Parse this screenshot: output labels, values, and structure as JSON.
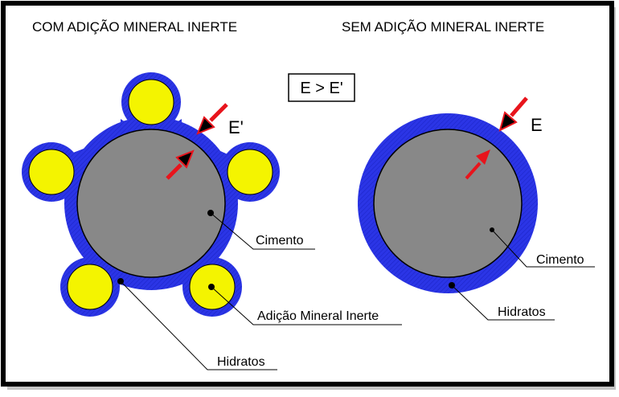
{
  "left_panel": {
    "title": "COM ADIÇÃO MINERAL INERTE",
    "thickness_label": "E'",
    "labels": {
      "cement": "Cimento",
      "mineral_addition": "Adição Mineral Inerte",
      "hydrates": "Hidratos"
    }
  },
  "right_panel": {
    "title": "SEM ADIÇÃO MINERAL INERTE",
    "thickness_label": "E",
    "labels": {
      "cement": "Cimento",
      "hydrates": "Hidratos"
    }
  },
  "comparison": "E > E'",
  "colors": {
    "hydrate_blue": "#2b35e6",
    "cement_gray": "#888888",
    "addition_yellow": "#f4f400",
    "arrow_red": "#e8141c",
    "frame": "#000000"
  }
}
